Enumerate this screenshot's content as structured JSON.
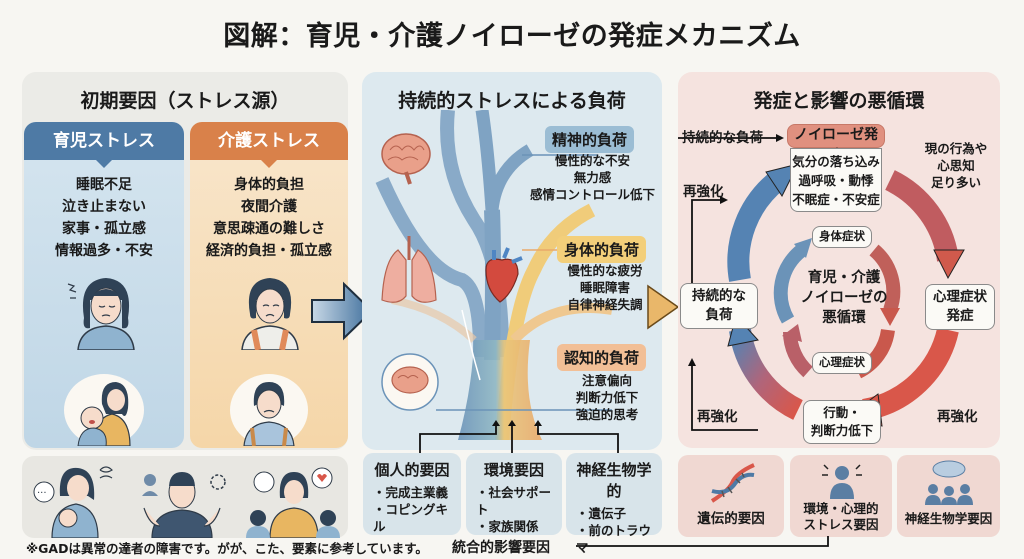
{
  "title": "図解：育児・介護ノイローゼの発症メカニズム",
  "panel1": {
    "title": "初期要因（ストレス源）",
    "ikuji": {
      "header": "育児ストレス",
      "items": [
        "睡眠不足",
        "泣き止まない",
        "家事・孤立感",
        "情報過多・不安"
      ],
      "color": "#4e7aa5"
    },
    "kaigo": {
      "header": "介護ストレス",
      "items": [
        "身体的負担",
        "夜間介護",
        "意思疎通の難しさ",
        "経済的負担・孤立感"
      ],
      "color": "#d9814a"
    }
  },
  "panel2": {
    "title": "持続的ストレスによる負荷",
    "mental": {
      "label": "精神的負荷",
      "items": [
        "慢性的な不安",
        "無力感",
        "感情コントロール低下"
      ]
    },
    "physical": {
      "label": "身体的負荷",
      "items": [
        "慢性的な疲労",
        "睡眠障害",
        "自律神経失調"
      ]
    },
    "cognitive": {
      "label": "認知的負荷",
      "items": [
        "注意偏向",
        "判断力低下",
        "強迫的思考"
      ]
    },
    "factors": [
      {
        "title": "個人的要因",
        "items": [
          "・完成主業義",
          "・コピングキル"
        ]
      },
      {
        "title": "環境要因",
        "items": [
          "・社会サポート",
          "・家族関係"
        ]
      },
      {
        "title": "神経生物学的",
        "items": [
          "・遺伝子",
          "・前のトラウマ"
        ]
      }
    ]
  },
  "panel3": {
    "title": "発症と影響の悪循環",
    "input_label": "持続的な負荷",
    "onset_header": "ノイローゼ発症",
    "onset_items": [
      "気分の落ち込み",
      "過呼吸・動悸",
      "不眠症・不安症"
    ],
    "side_note": [
      "現の行為や",
      "心思知",
      "足り多い"
    ],
    "reinforce_top": "再強化",
    "reinforce_bottom_left": "再強化",
    "reinforce_bottom_right": "再強化",
    "node_load": [
      "持続的な",
      "負荷"
    ],
    "node_psych_onset": [
      "心理症状",
      "発症"
    ],
    "node_behavior": [
      "行動・",
      "判断力低下"
    ],
    "inner_body": "身体症状",
    "inner_psych": "心理症状",
    "center": [
      "育児・介護",
      "ノイローゼの",
      "悪循環"
    ],
    "risks": [
      {
        "lines": [
          "遺伝的要因"
        ],
        "icon": "dna-icon"
      },
      {
        "lines": [
          "環境・心理的",
          "ストレス要因"
        ],
        "icon": "stressed-person-icon"
      },
      {
        "lines": [
          "神経生物学要因"
        ],
        "icon": "group-thought-icon"
      }
    ]
  },
  "footnote": "※GADは異常の達者の障害です。がが、こた、要素に参考しています。",
  "integrated_label": "統合的影響要因",
  "colors": {
    "blue": "#4e7aa5",
    "orange": "#d9814a",
    "red": "#d9574a",
    "onset_header": "#e0907f"
  }
}
